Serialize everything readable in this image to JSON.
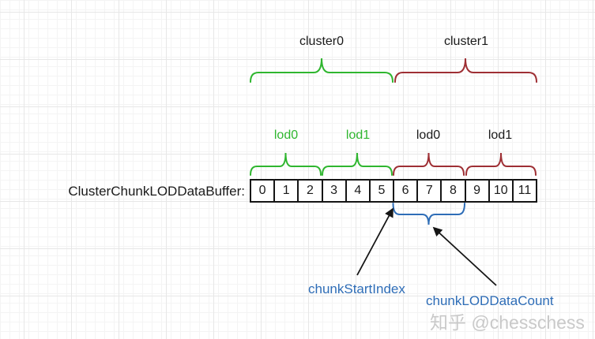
{
  "diagram": {
    "buffer_label": "ClusterChunkLODDataBuffer:",
    "clusters": [
      {
        "label": "cluster0",
        "brace_color": "#2fb62f"
      },
      {
        "label": "cluster1",
        "brace_color": "#9e2f34"
      }
    ],
    "lod_groups": [
      {
        "label": "lod0",
        "color": "#2fb62f"
      },
      {
        "label": "lod1",
        "color": "#2fb62f"
      },
      {
        "label": "lod0",
        "color": "#1a1a1a"
      },
      {
        "label": "lod1",
        "color": "#1a1a1a"
      }
    ],
    "cells": [
      "0",
      "1",
      "2",
      "3",
      "4",
      "5",
      "6",
      "7",
      "8",
      "9",
      "10",
      "11"
    ],
    "annotations": {
      "chunk_start_index_label": "chunkStartIndex",
      "chunk_lod_data_count_label": "chunkLODDataCount",
      "text_color": "#2e6db7",
      "brace_color": "#2e6db7"
    },
    "colors": {
      "green": "#2fb62f",
      "dark_red": "#9e2f34",
      "blue": "#2e6db7",
      "line_black": "#1a1a1a"
    }
  },
  "watermark": {
    "text": "知乎 @chesschess",
    "color": "#c9c9c9"
  }
}
